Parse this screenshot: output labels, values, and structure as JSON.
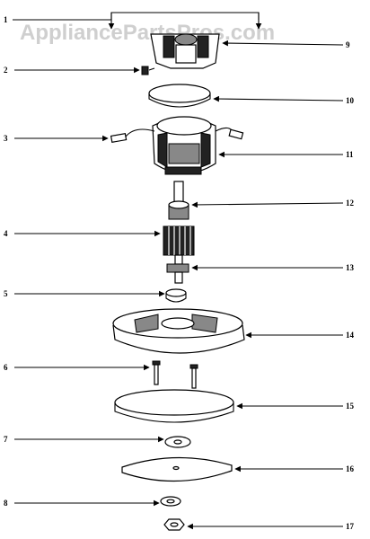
{
  "watermark": "AppliancePartsPros.com",
  "callouts": {
    "left": [
      "1",
      "2",
      "3",
      "4",
      "5",
      "6",
      "7",
      "8"
    ],
    "right": [
      "9",
      "10",
      "11",
      "12",
      "13",
      "14",
      "15",
      "16",
      "17"
    ]
  }
}
